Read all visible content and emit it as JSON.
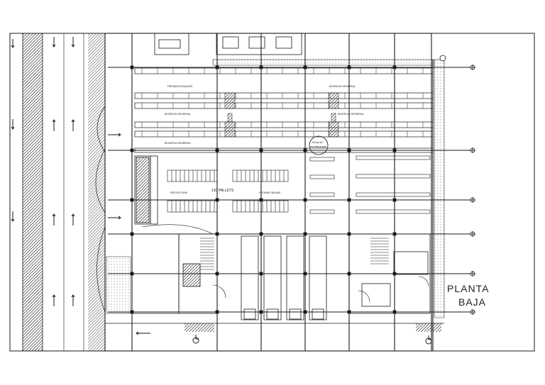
{
  "drawing": {
    "title_line1": "PLANTA",
    "title_line2": "BAJA"
  },
  "zones": {
    "promocionales": "PROMOCIONALES",
    "bodega_general_top_right": "BODEGA GENERAL",
    "bodega_general_mid_left": "BODEGA GENERAL",
    "bodega_general_mid_right": "BODEGA GENERAL",
    "bodega_general_low_left": "BODEGA GENERAL",
    "recepcion": "RECEPCION",
    "pallets": "130 PALLETS",
    "picking_bajas": "PICKING BAJAS",
    "zona_montacargas_1": "Zona de",
    "zona_montacargas_2": "montacargas"
  },
  "colors": {
    "line": "#1a1a1a",
    "hatch": "#333333",
    "background": "#ffffff"
  }
}
